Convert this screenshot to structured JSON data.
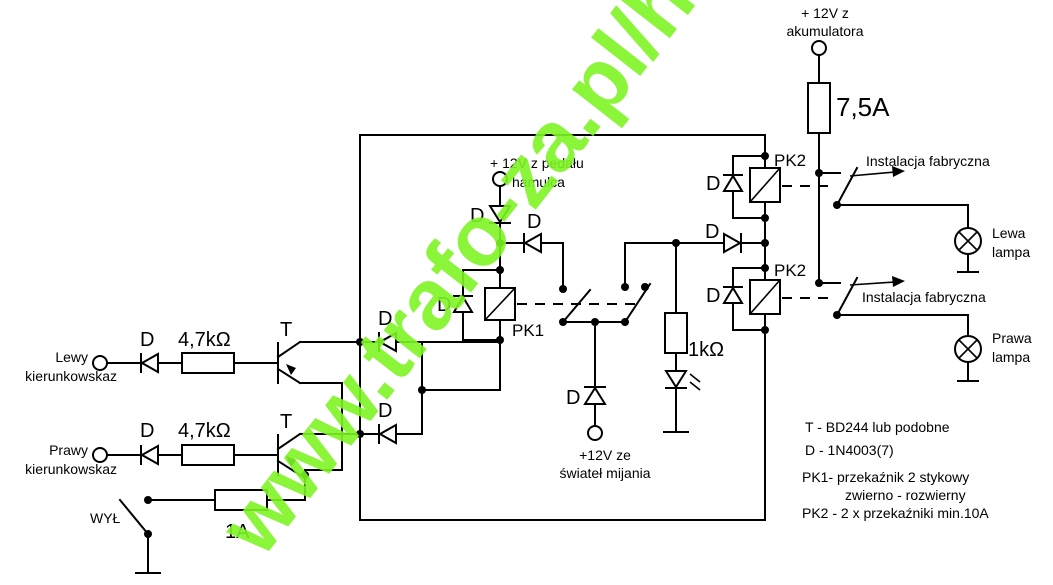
{
  "labels": {
    "source_battery_1": "+ 12V z",
    "source_battery_2": "akumulatora",
    "fuse_main": "7,5A",
    "fuse_off": "1A",
    "source_brake_1": "+ 12V z pedału",
    "source_brake_2": "hamulca",
    "source_lowbeam_1": "+12V ze",
    "source_lowbeam_2": "świateł mijania",
    "factory_top": "Instalacja fabryczna",
    "factory_bottom": "Instalacja fabryczna",
    "lamp_left_1": "Lewa",
    "lamp_left_2": "lampa",
    "lamp_right_1": "Prawa",
    "lamp_right_2": "lampa",
    "input_left_1": "Lewy",
    "input_left_2": "kierunkowskaz",
    "input_right_1": "Prawy",
    "input_right_2": "kierunkowskaz",
    "switch_off": "WYŁ",
    "resistor_input_top": "4,7kΩ",
    "resistor_input_bottom": "4,7kΩ",
    "resistor_led": "1kΩ",
    "transistor": "T",
    "diode": "D",
    "relay_pk1": "PK1",
    "relay_pk2": "PK2"
  },
  "legend": [
    "T - BD244 lub podobne",
    "D - 1N4003(7)",
    "PK1- przekaźnik 2 stykowy",
    "zwierno - rozwierny",
    "PK2 - 2 x przekaźniki min.10A"
  ],
  "watermark": "www.trafo-za.pl/hondo",
  "colors": {
    "watermark": "#7ef524",
    "lines": "#000000"
  }
}
